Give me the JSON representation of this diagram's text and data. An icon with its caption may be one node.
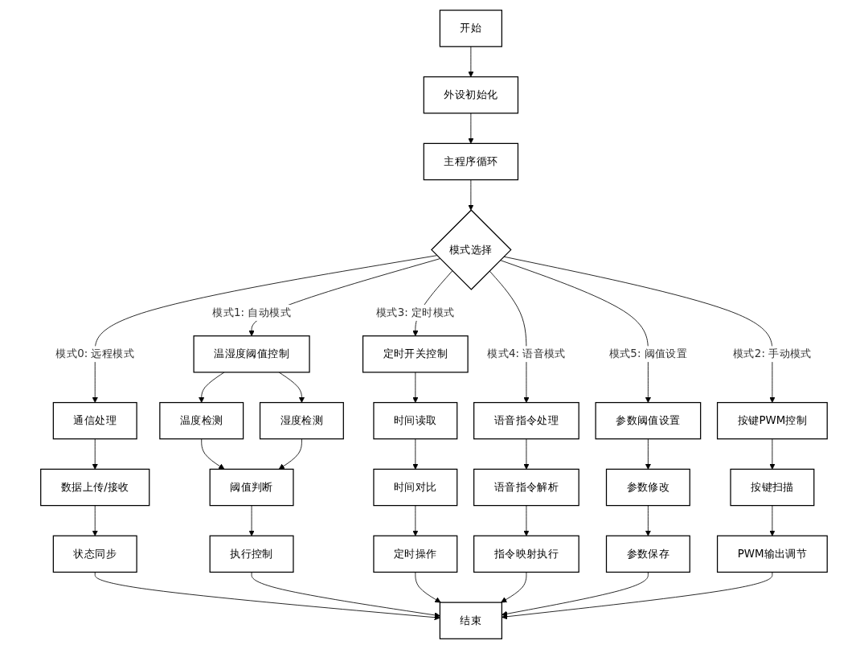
{
  "diagram": {
    "nodes": [
      {
        "text": [
          "开始"
        ]
      },
      {
        "text": [
          "外设初始化"
        ]
      },
      {
        "text": [
          "主程序循环"
        ]
      },
      {
        "text": [
          "模式选择"
        ]
      },
      {
        "text": [
          "通信处理"
        ]
      },
      {
        "text": [
          "温湿度阈值控制"
        ]
      },
      {
        "text": [
          "定时开关控制"
        ]
      },
      {
        "text": [
          "语音指令处理"
        ]
      },
      {
        "text": [
          "参数阈值设置"
        ]
      },
      {
        "text": [
          "按键PWM控制"
        ]
      },
      {
        "text": [
          "数据上传/接收"
        ]
      },
      {
        "text": [
          "温度检测"
        ]
      },
      {
        "text": [
          "湿度检测"
        ]
      },
      {
        "text": [
          "时间读取"
        ]
      },
      {
        "text": [
          "语音指令解析"
        ]
      },
      {
        "text": [
          "参数修改"
        ]
      },
      {
        "text": [
          "按键扫描"
        ]
      },
      {
        "text": [
          "状态同步"
        ]
      },
      {
        "text": [
          "阈值判断"
        ]
      },
      {
        "text": [
          "时间对比"
        ]
      },
      {
        "text": [
          "指令映射执行"
        ]
      },
      {
        "text": [
          "参数保存"
        ]
      },
      {
        "text": [
          "PWM输出调节"
        ]
      },
      {
        "text": [
          "执行控制"
        ]
      },
      {
        "text": [
          "定时操作"
        ]
      },
      {
        "text": [
          "结束"
        ]
      }
    ],
    "edges": [
      {
        "from": 0,
        "to": 1,
        "arrow": "to"
      },
      {
        "from": 1,
        "to": 2,
        "arrow": "to"
      },
      {
        "from": 2,
        "to": 3,
        "arrow": "to"
      },
      {
        "from": 3,
        "to": 4,
        "arrow": "to",
        "label": "模式0: 远程模式"
      },
      {
        "from": 3,
        "to": 5,
        "arrow": "to",
        "label": "模式1: 自动模式"
      },
      {
        "from": 3,
        "to": 6,
        "arrow": "to",
        "label": "模式3: 定时模式"
      },
      {
        "from": 3,
        "to": 7,
        "arrow": "to",
        "label": "模式4: 语音模式"
      },
      {
        "from": 3,
        "to": 8,
        "arrow": "to",
        "label": "模式5: 阈值设置"
      },
      {
        "from": 3,
        "to": 9,
        "arrow": "to",
        "label": "模式2: 手动模式"
      },
      {
        "from": 4,
        "to": 10,
        "arrow": "to"
      },
      {
        "from": 10,
        "to": 17,
        "arrow": "to"
      },
      {
        "from": 5,
        "to": 11,
        "arrow": "to"
      },
      {
        "from": 5,
        "to": 12,
        "arrow": "to"
      },
      {
        "from": 11,
        "to": 18,
        "arrow": "to"
      },
      {
        "from": 12,
        "to": 18,
        "arrow": "to"
      },
      {
        "from": 18,
        "to": 23,
        "arrow": "to"
      },
      {
        "from": 6,
        "to": 13,
        "arrow": "to"
      },
      {
        "from": 13,
        "to": 19,
        "arrow": "to"
      },
      {
        "from": 19,
        "to": 24,
        "arrow": "to"
      },
      {
        "from": 7,
        "to": 14,
        "arrow": "to"
      },
      {
        "from": 14,
        "to": 20,
        "arrow": "to"
      },
      {
        "from": 8,
        "to": 15,
        "arrow": "to"
      },
      {
        "from": 15,
        "to": 21,
        "arrow": "to"
      },
      {
        "from": 9,
        "to": 16,
        "arrow": "to"
      },
      {
        "from": 16,
        "to": 22,
        "arrow": "to"
      },
      {
        "from": 17,
        "to": 25,
        "arrow": "to"
      },
      {
        "from": 23,
        "to": 25,
        "arrow": "to"
      },
      {
        "from": 24,
        "to": 25,
        "arrow": "to"
      },
      {
        "from": 20,
        "to": 25,
        "arrow": "to"
      },
      {
        "from": 21,
        "to": 25,
        "arrow": "to"
      },
      {
        "from": 22,
        "to": 25,
        "arrow": "to"
      }
    ]
  }
}
